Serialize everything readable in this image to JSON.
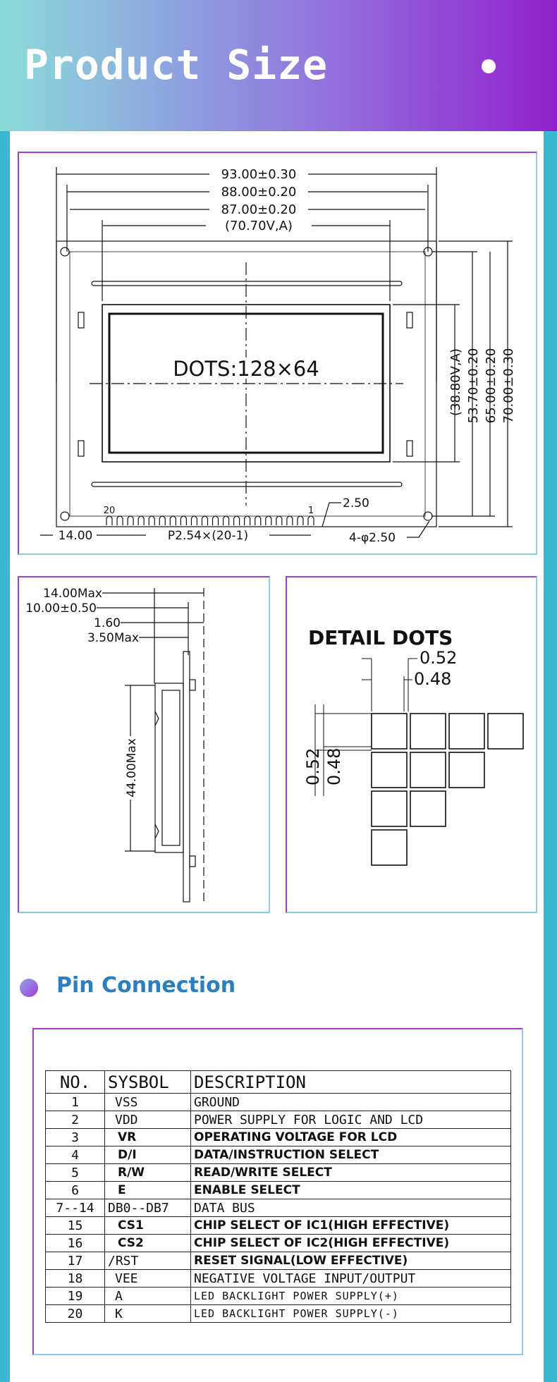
{
  "header": {
    "title": "Product Size"
  },
  "front_view": {
    "dims": {
      "overall_w": "93.00±0.30",
      "mount_w": "88.00±0.20",
      "pcb_w": "87.00±0.20",
      "va_w": "(70.70V,A)",
      "va_h": "(38.80V,A)",
      "mount_h": "53.70±0.20",
      "pcb_h": "65.00±0.20",
      "overall_h": "70.00±0.30",
      "pin_offset": "14.00",
      "pin_pitch": "P2.54×(20-1)",
      "pin_height": "2.50",
      "holes": "4-φ2.50"
    },
    "dots_label": "DOTS:128×64",
    "pin_first": "20",
    "pin_last": "1"
  },
  "side_view": {
    "dims": {
      "max_depth": "14.00Max",
      "body_depth": "10.00±0.50",
      "pcb_thick": "1.60",
      "pin_len": "3.50Max",
      "height": "44.00Max"
    }
  },
  "detail_dots": {
    "title": "DETAIL DOTS",
    "pitch_x": "0.52",
    "size_x": "0.48",
    "pitch_y": "0.52",
    "size_y": "0.48"
  },
  "pin_section": {
    "title": "Pin Connection",
    "headers": [
      "NO.",
      "SYSBOL",
      "DESCRIPTION"
    ],
    "rows": [
      {
        "no": "1",
        "sym": "VSS",
        "desc": "GROUND"
      },
      {
        "no": "2",
        "sym": "VDD",
        "desc": "POWER SUPPLY FOR LOGIC AND LCD"
      },
      {
        "no": "3",
        "sym": "VR",
        "desc": "OPERATING VOLTAGE FOR LCD"
      },
      {
        "no": "4",
        "sym": "D/I",
        "desc": "DATA/INSTRUCTION SELECT"
      },
      {
        "no": "5",
        "sym": "R/W",
        "desc": "READ/WRITE SELECT"
      },
      {
        "no": "6",
        "sym": "E",
        "desc": "ENABLE SELECT"
      },
      {
        "no": "7--14",
        "sym": "DB0--DB7",
        "desc": "DATA BUS"
      },
      {
        "no": "15",
        "sym": "CS1",
        "desc": "CHIP SELECT OF IC1(HIGH EFFECTIVE)"
      },
      {
        "no": "16",
        "sym": "CS2",
        "desc": "CHIP SELECT OF IC2(HIGH EFFECTIVE)"
      },
      {
        "no": "17",
        "sym": "/RST",
        "desc": "RESET SIGNAL(LOW EFFECTIVE)"
      },
      {
        "no": "18",
        "sym": "VEE",
        "desc": "NEGATIVE VOLTAGE INPUT/OUTPUT"
      },
      {
        "no": "19",
        "sym": "A",
        "desc": "LED BACKLIGHT POWER SUPPLY(+)"
      },
      {
        "no": "20",
        "sym": "K",
        "desc": "LED BACKLIGHT POWER SUPPLY(-)"
      }
    ]
  }
}
